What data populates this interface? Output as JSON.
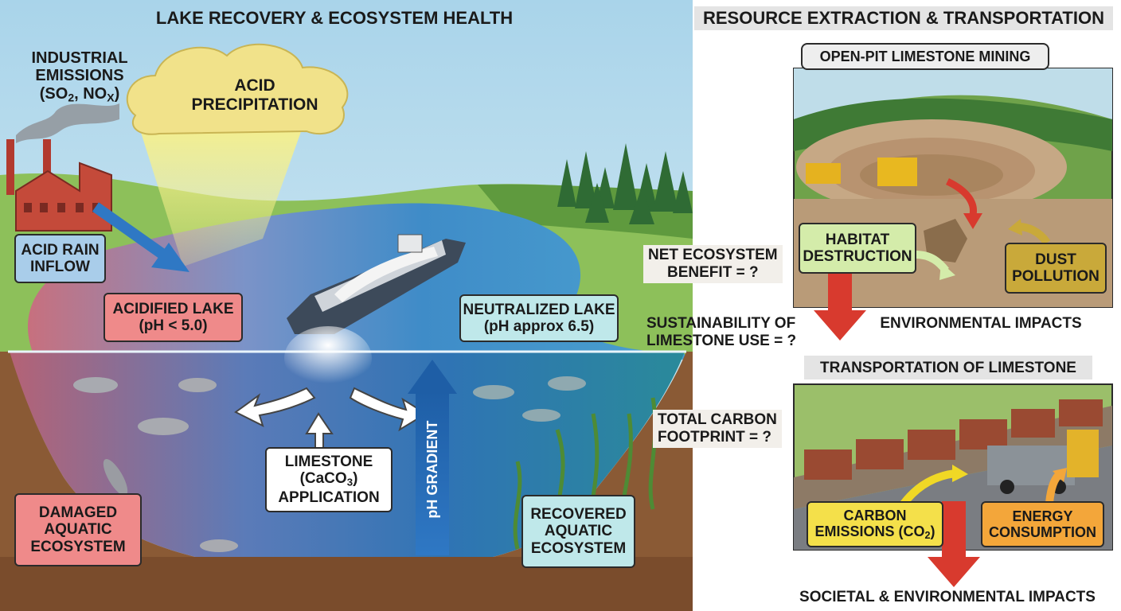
{
  "left_title": "LAKE RECOVERY & ECOSYSTEM HEALTH",
  "right_title": "RESOURCE EXTRACTION & TRANSPORTATION",
  "emissions": {
    "line1": "INDUSTRIAL",
    "line2": "EMISSIONS",
    "line3_a": "(SO",
    "line3_sub1": "2",
    "line3_b": ", NO",
    "line3_sub2": "X",
    "line3_c": ")"
  },
  "acid_precip": {
    "line1": "ACID",
    "line2": "PRECIPITATION"
  },
  "acid_rain_inflow": {
    "line1": "ACID RAIN",
    "line2": "INFLOW"
  },
  "acidified_lake": {
    "line1": "ACIDIFIED LAKE",
    "line2": "(pH < 5.0)"
  },
  "neutralized_lake": {
    "line1": "NEUTRALIZED LAKE",
    "line2": "(pH approx 6.5)"
  },
  "limestone_app": {
    "line1": "LIMESTONE",
    "line2_a": "(CaCO",
    "line2_sub": "3",
    "line2_b": ")",
    "line3": "APPLICATION"
  },
  "ph_gradient": "pH GRADIENT",
  "damaged": {
    "line1": "DAMAGED",
    "line2": "AQUATIC",
    "line3": "ECOSYSTEM"
  },
  "recovered": {
    "line1": "RECOVERED",
    "line2": "AQUATIC",
    "line3": "ECOSYSTEM"
  },
  "open_pit": "OPEN-PIT LIMESTONE MINING",
  "habitat": {
    "line1": "HABITAT",
    "line2": "DESTRUCTION"
  },
  "dust": {
    "line1": "DUST",
    "line2": "POLLUTION"
  },
  "env_impacts": "ENVIRONMENTAL IMPACTS",
  "transport": "TRANSPORTATION OF LIMESTONE",
  "carbon": {
    "line1": "CARBON",
    "line2_a": "EMISSIONS (CO",
    "line2_sub": "2",
    "line2_b": ")"
  },
  "energy": {
    "line1": "ENERGY",
    "line2": "CONSUMPTION"
  },
  "societal": "SOCIETAL & ENVIRONMENTAL IMPACTS",
  "net_benefit": {
    "line1": "NET ECOSYSTEM",
    "line2": "BENEFIT = ?"
  },
  "sustainability": {
    "line1": "SUSTAINABILITY OF",
    "line2": "LIMESTONE USE = ?"
  },
  "carbon_footprint": {
    "line1": "TOTAL CARBON",
    "line2": "FOOTPRINT = ?"
  },
  "colors": {
    "sky": "#bfe0ee",
    "water": "#5aa7d3",
    "water_acid": "#c9707a",
    "soil": "#8a5a35",
    "grass": "#86b94f",
    "red_box": "#ef8a8a",
    "teal_box": "#bfe8ea",
    "blue_box": "#a9cdea",
    "green_box": "#d4ecaa",
    "olive_box": "#c9a93a",
    "yellow_box": "#f4e04a",
    "orange_box": "#f3a63a",
    "arrow_blue": "#2f78c4",
    "arrow_red": "#d83a2e"
  }
}
